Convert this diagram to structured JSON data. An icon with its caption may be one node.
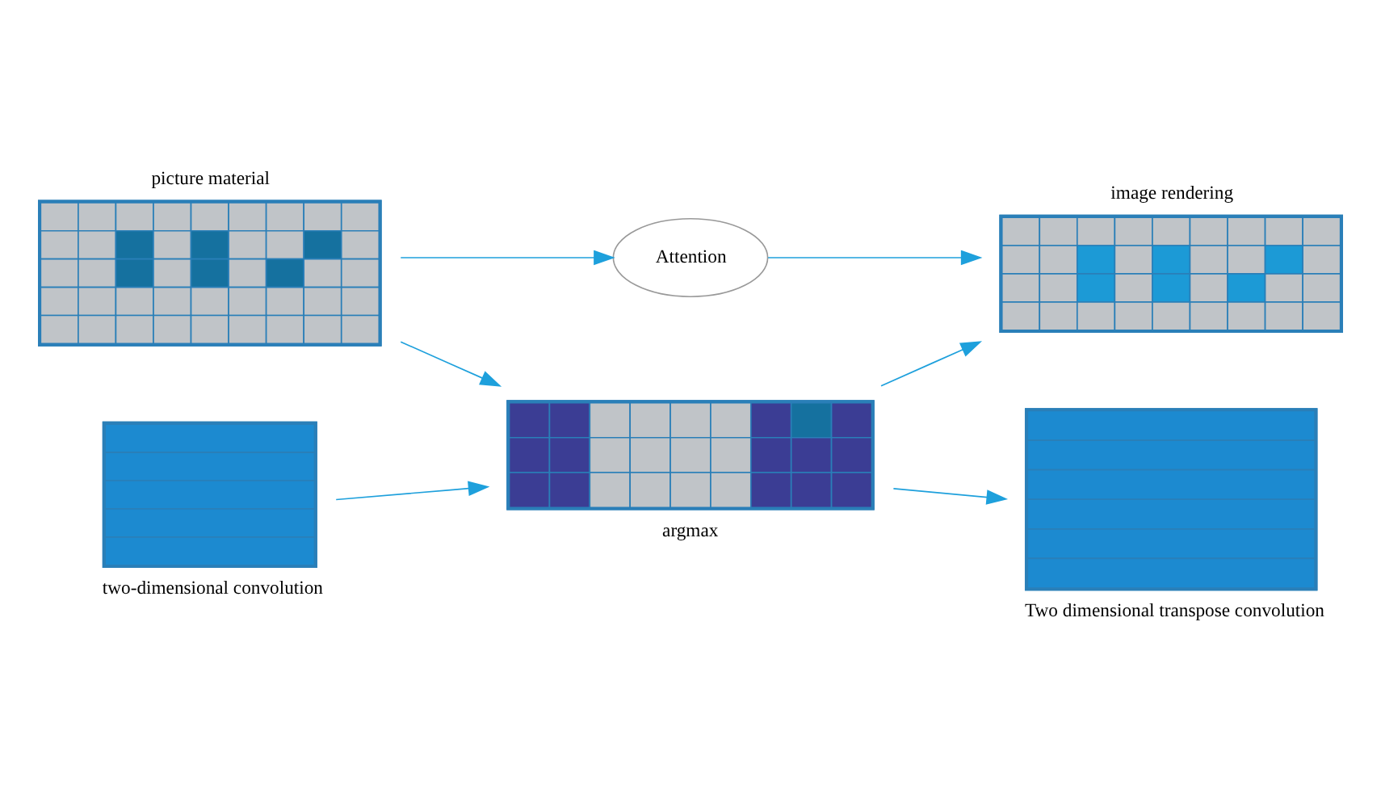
{
  "diagram": {
    "nodes": [
      {
        "text": [
          "Attention"
        ]
      },
      {
        "text": [
          "picture material"
        ]
      },
      {
        "text": [
          "image rendering"
        ]
      },
      {
        "text": [
          "two-dimensional convolution"
        ]
      },
      {
        "text": [
          "argmax"
        ]
      },
      {
        "text": [
          "Two dimensional transpose convolution"
        ]
      }
    ],
    "edges": [
      {
        "from": 1,
        "to": 0,
        "arrow": "to"
      },
      {
        "from": 0,
        "to": 2,
        "arrow": "to"
      },
      {
        "from": 1,
        "to": 4,
        "arrow": "to"
      },
      {
        "from": 4,
        "to": 2,
        "arrow": "to"
      },
      {
        "from": 3,
        "to": 4,
        "arrow": "to"
      },
      {
        "from": 4,
        "to": 5,
        "arrow": "to"
      }
    ]
  }
}
